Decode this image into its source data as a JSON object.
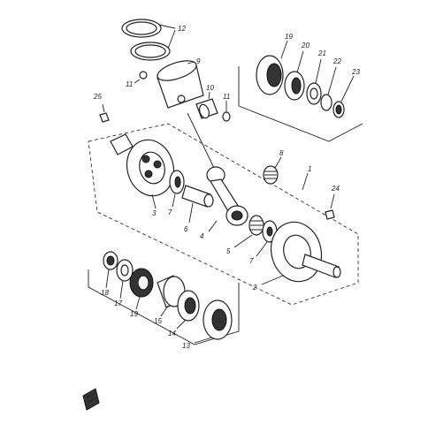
{
  "callouts": {
    "p1": "1",
    "p2": "2",
    "p3": "3",
    "p4": "4",
    "p5": "5",
    "p6": "6",
    "p7a": "7",
    "p7b": "7",
    "p8": "8",
    "p9": "9",
    "p10": "10",
    "p11": "11",
    "p12": "12",
    "p13": "13",
    "p14": "14",
    "p15": "15",
    "p16": "16",
    "p17": "17",
    "p18": "18",
    "p19": "19",
    "p20": "20",
    "p21": "21",
    "p22": "22",
    "p23": "23",
    "p24": "24",
    "p25": "25"
  }
}
